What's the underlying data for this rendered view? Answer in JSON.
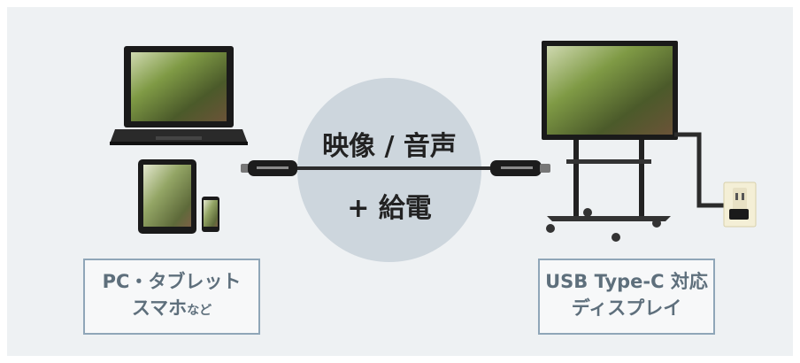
{
  "center": {
    "line1": "映像 / 音声",
    "line2": "+ 給電"
  },
  "left_box": {
    "line1": "PC・タブレット",
    "line2_main": "スマホ",
    "line2_small": "など"
  },
  "right_box": {
    "line1": "USB Type-C 対応",
    "line2": "ディスプレイ"
  },
  "colors": {
    "panel_bg": "#eef1f3",
    "circle": "#cdd6dd",
    "box_border": "#8fa6b8",
    "box_text": "#5e6f7c",
    "cable": "#2b2b2b"
  }
}
